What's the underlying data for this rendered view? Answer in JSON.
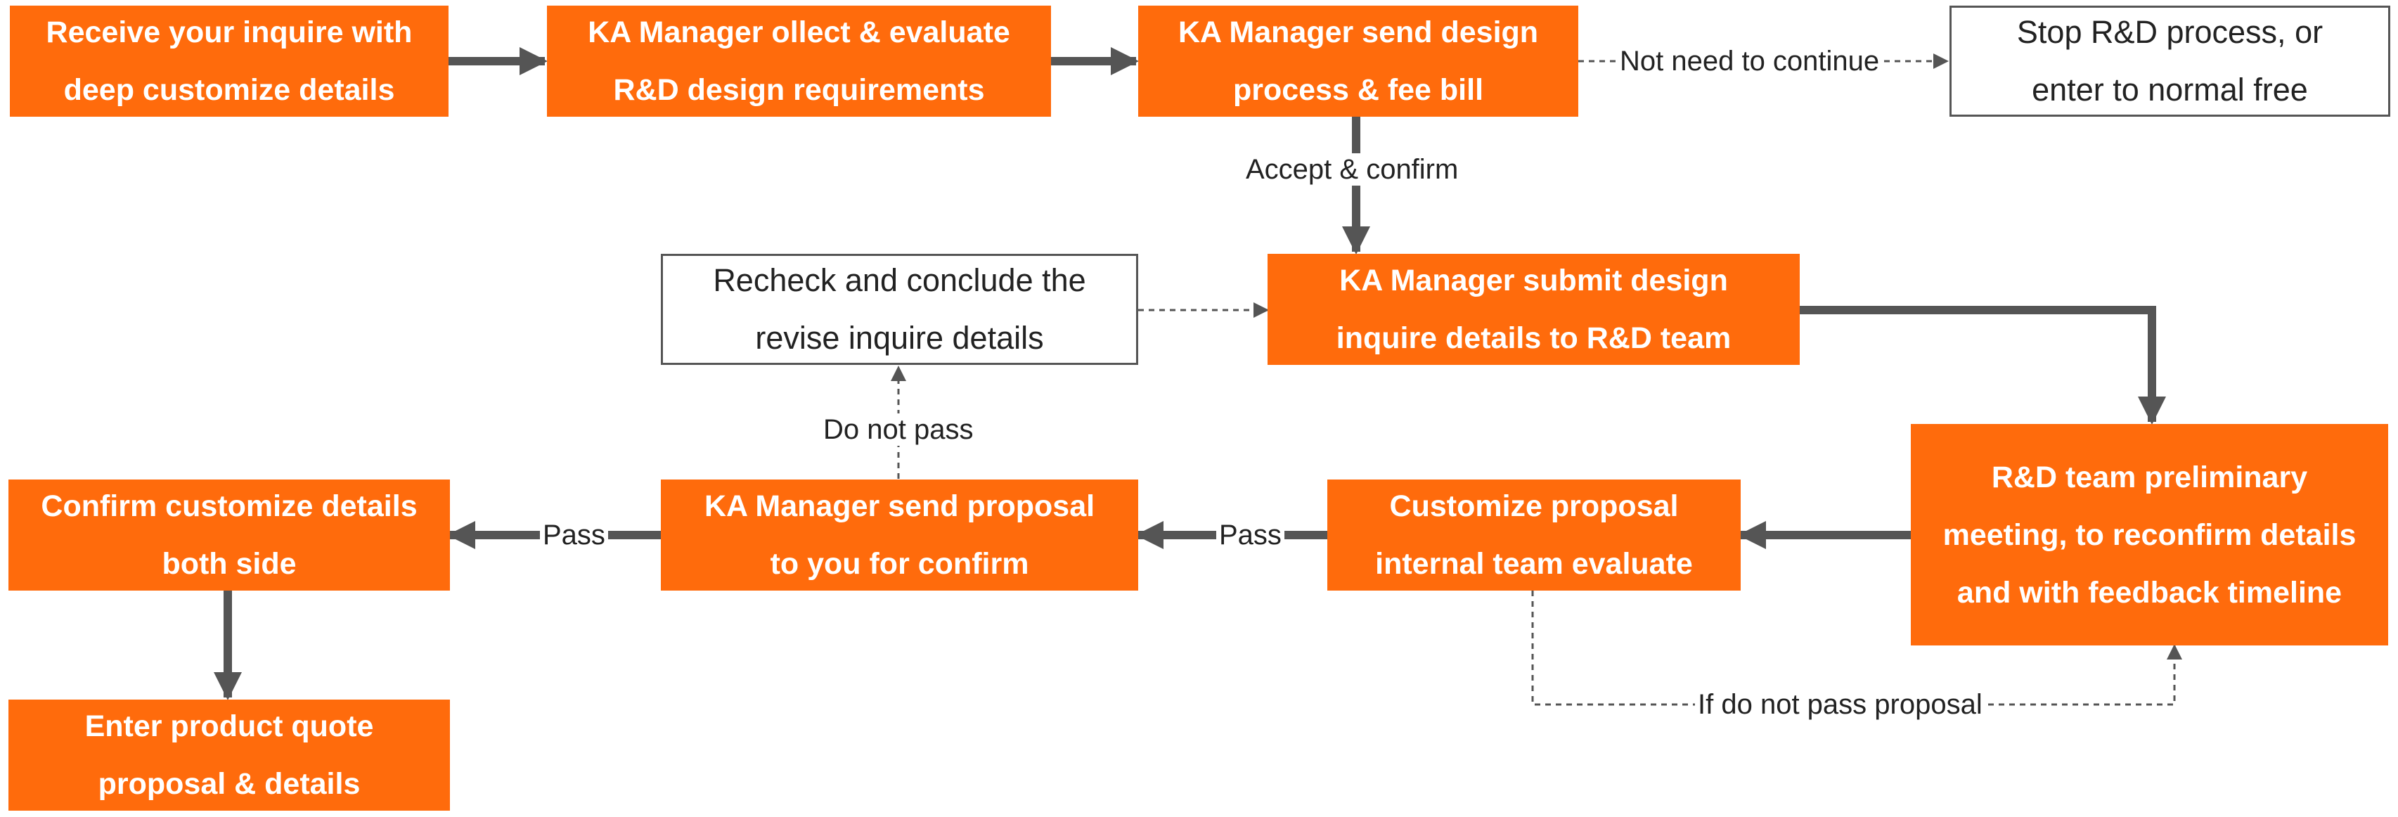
{
  "nodes": {
    "receive_inquire": {
      "lines": [
        "Receive your inquire with",
        "deep customize details"
      ],
      "color": "#ff6b0c"
    },
    "collect_evaluate": {
      "lines": [
        "KA Manager ollect & evaluate",
        "R&D design requirements"
      ],
      "color": "#ff6b0c"
    },
    "send_design_fee": {
      "lines": [
        "KA Manager send design",
        "process & fee bill"
      ],
      "color": "#ff6b0c"
    },
    "stop_rd": {
      "lines": [
        "Stop R&D process, or",
        "enter to normal free"
      ]
    },
    "recheck_revise": {
      "lines": [
        "Recheck and conclude the",
        "revise inquire details"
      ]
    },
    "submit_design": {
      "lines": [
        "KA Manager submit design",
        "inquire details to R&D team"
      ],
      "color": "#ff6b0c"
    },
    "rd_meeting": {
      "lines": [
        "R&D team preliminary",
        "meeting, to reconfirm details",
        "and with feedback timeline"
      ],
      "color": "#ff6b0c"
    },
    "customize_proposal": {
      "lines": [
        "Customize proposal",
        "internal team evaluate"
      ],
      "color": "#ff6b0c"
    },
    "send_proposal": {
      "lines": [
        "KA Manager send proposal",
        "to you for confirm"
      ],
      "color": "#ff6b0c"
    },
    "confirm_details": {
      "lines": [
        "Confirm customize details",
        "both side"
      ],
      "color": "#ff6b0c"
    },
    "enter_quote": {
      "lines": [
        "Enter product quote",
        "proposal & details"
      ],
      "color": "#ff6b0c"
    }
  },
  "edges": {
    "not_need_continue": "Not need to continue",
    "accept_confirm": "Accept & confirm",
    "do_not_pass": "Do not pass",
    "pass_1": "Pass",
    "pass_2": "Pass",
    "if_not_pass_proposal": "If do not pass proposal"
  },
  "colors": {
    "accent": "#ff6b0c",
    "connector": "#555555",
    "text_dark": "#222222"
  }
}
